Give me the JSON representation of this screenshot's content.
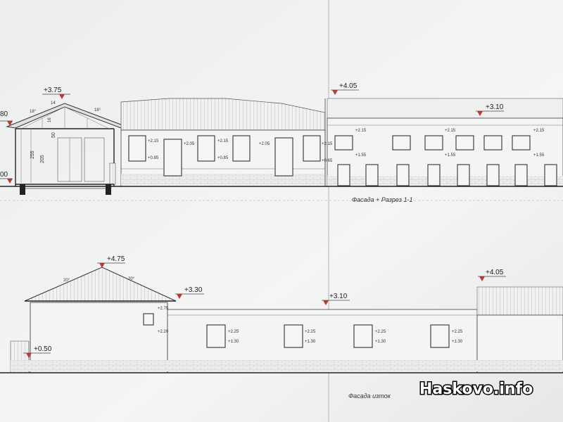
{
  "drawing_top": {
    "caption": "Фасада + Разрез 1-1",
    "levels": [
      "+3.75",
      "+4.05",
      "+3.10",
      "80",
      "00"
    ],
    "section_dims": [
      "255",
      "205",
      "50",
      "18°",
      "18°",
      "14",
      "16"
    ],
    "window_marks": [
      "+2.15",
      "+0.85",
      "+2.05",
      "+2.15",
      "+0.85",
      "+2.05",
      "+2.15",
      "+0.65",
      "+2.15",
      "+1.55",
      "+2.15",
      "+1.55",
      "+2.15",
      "+1.55"
    ]
  },
  "drawing_bottom": {
    "caption": "Фасада изток",
    "levels": [
      "+4.75",
      "+3.30",
      "+3.10",
      "+4.05",
      "+0.50"
    ],
    "roof_angles": [
      "20°",
      "20°"
    ],
    "window_marks": [
      "+2.75",
      "+2.20",
      "+2.25",
      "+1.30",
      "+2.25",
      "+1.30",
      "+2.25",
      "+1.30",
      "+2.25",
      "+1.30"
    ]
  },
  "watermark": "Haskovo.info",
  "colors": {
    "paper": "#f2f3f3",
    "marker": "#c0392b",
    "ink": "#333333"
  }
}
